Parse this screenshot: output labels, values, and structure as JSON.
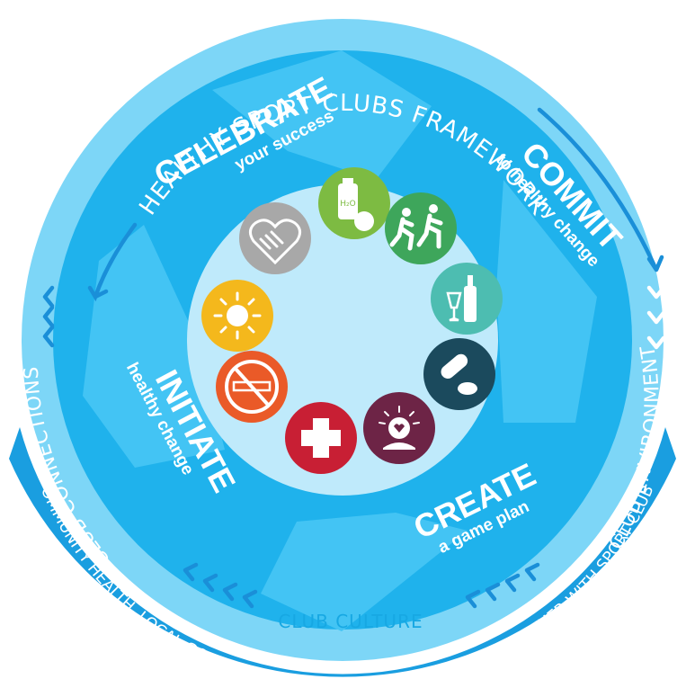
{
  "framework_title": "HEALTHY SPORT CLUBS FRAMEWORK",
  "outer_labels": {
    "left": "CLUB CONNECTIONS",
    "right": "CLUB ENVIRONMENT",
    "bottom": "CLUB CULTURE"
  },
  "bottom_banner": "COMMUNITY HEALTH, LOCAL GOVERNMENT & PEAK BODIES WORKING TOGETHER WITH SPORT CLUBS",
  "stages": [
    {
      "title": "CELEBRATE",
      "subtitle": "your success"
    },
    {
      "title": "COMMIT",
      "subtitle": "to healthy change"
    },
    {
      "title": "CREATE",
      "subtitle": "a game plan"
    },
    {
      "title": "INITIATE",
      "subtitle": "healthy change"
    }
  ],
  "icons": [
    {
      "name": "healthy-eating-icon",
      "label": "H₂O",
      "color": "#7dbb42"
    },
    {
      "name": "physical-activity-icon",
      "color": "#3ea65b"
    },
    {
      "name": "alcohol-icon",
      "color": "#4dbdb1"
    },
    {
      "name": "medication-icon",
      "color": "#1b4a5d"
    },
    {
      "name": "mental-health-icon",
      "color": "#6d2446"
    },
    {
      "name": "first-aid-icon",
      "color": "#c81f34"
    },
    {
      "name": "no-smoking-icon",
      "color": "#ea5a28"
    },
    {
      "name": "sun-protection-icon",
      "color": "#f4b81c"
    },
    {
      "name": "inclusion-icon",
      "color": "#a8a8a8"
    }
  ],
  "colors": {
    "outer_ring": "#7dd6f7",
    "main_ring": "#1fb2ec",
    "arrow_light": "#43c4f4",
    "inner": "#bfeafb",
    "banner": "#1a9ee0"
  }
}
